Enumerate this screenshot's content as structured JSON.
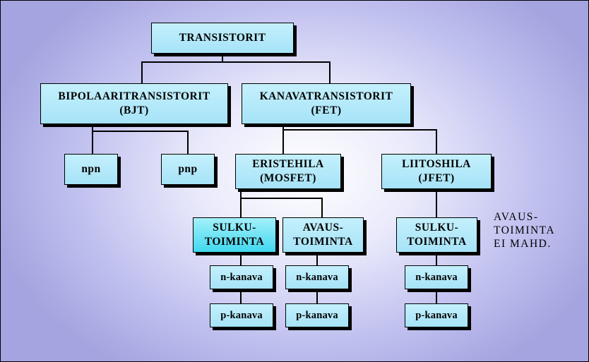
{
  "nodes": {
    "root": [
      "TRANSISTORIT"
    ],
    "bjt": [
      "BIPOLAARITRANSISTORIT",
      "(BJT)"
    ],
    "fet": [
      "KANAVATRANSISTORIT",
      "(FET)"
    ],
    "npn": [
      "npn"
    ],
    "pnp": [
      "pnp"
    ],
    "mosfet": [
      "ERISTEHILA",
      "(MOSFET)"
    ],
    "jfet": [
      "LIITOSHILA",
      "(JFET)"
    ],
    "mos_sulku": [
      "SULKU-",
      "TOIMINTA"
    ],
    "mos_avaus": [
      "AVAUS-",
      "TOIMINTA"
    ],
    "jfet_sulku": [
      "SULKU-",
      "TOIMINTA"
    ],
    "mos_sulku_n": [
      "n-kanava"
    ],
    "mos_sulku_p": [
      "p-kanava"
    ],
    "mos_avaus_n": [
      "n-kanava"
    ],
    "mos_avaus_p": [
      "p-kanava"
    ],
    "jfet_sulku_n": [
      "n-kanava"
    ],
    "jfet_sulku_p": [
      "p-kanava"
    ]
  },
  "note": [
    "AVAUS-",
    "TOIMINTA",
    "EI MAHD."
  ],
  "colors": {
    "box": "#a6e3f8",
    "box_highlight": "#40d8ef",
    "line": "#000000"
  }
}
